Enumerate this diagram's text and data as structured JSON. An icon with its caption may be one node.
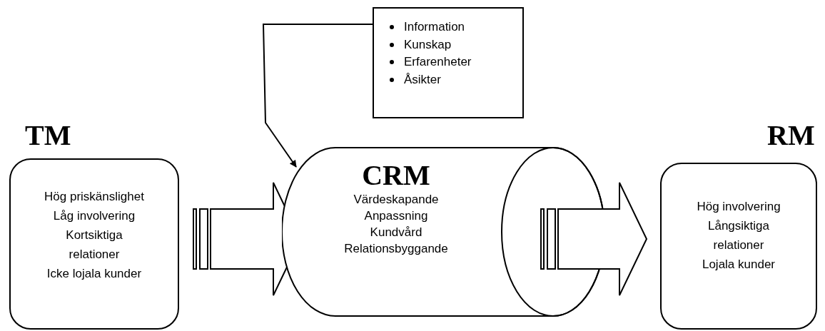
{
  "diagram": {
    "nodes": [
      {
        "text": [
          "TM",
          "Hög priskänslighet",
          "Låg involvering",
          "Kortsiktiga relationer",
          "Icke lojala kunder"
        ]
      },
      {
        "text": [
          "Information",
          "Kunskap",
          "Erfarenheter",
          "Åsikter"
        ]
      },
      {
        "text": [
          "CRM",
          "Värdeskapande",
          "Anpassning",
          "Kundvård",
          "Relationsbyggande"
        ]
      },
      {
        "text": [
          "RM",
          "Hög involvering",
          "Långsiktiga relationer",
          "Lojala kunder"
        ]
      }
    ],
    "edges": [
      {
        "from": 0,
        "to": 2,
        "arrow": "to",
        "style": "thick"
      },
      {
        "from": 2,
        "to": 3,
        "arrow": "to",
        "style": "thick"
      },
      {
        "from": 1,
        "to": 2,
        "arrow": "to"
      }
    ]
  }
}
